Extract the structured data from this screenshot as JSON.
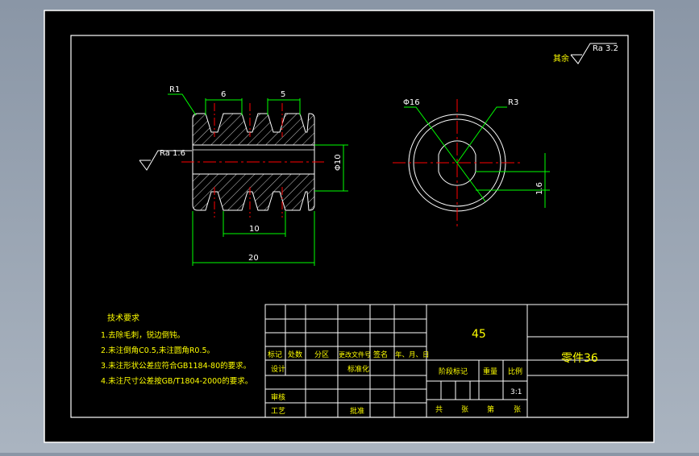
{
  "colors": {
    "background": "#000000",
    "frame": "#ffffff",
    "dimension": "#00ff00",
    "centerline": "#ff0000",
    "section": "#ffffff",
    "text": "#ffffff",
    "annotation_text": "#ffff00"
  },
  "roughness": {
    "other_label": "其余",
    "other_value": "Ra 3.2",
    "left_value": "Ra 1.6"
  },
  "dimensions": {
    "r1": "R1",
    "tooth_width_left": "6",
    "tooth_width_right": "5",
    "groove_span": "10",
    "overall_length": "20",
    "bore_diameter": "Φ10",
    "outer_diameter": "Φ16",
    "r3": "R3",
    "key_depth": "1.6"
  },
  "tech_requirements": {
    "title": "技术要求",
    "items": [
      "1.去除毛刺，锐边倒钝。",
      "2.未注倒角C0.5,未注圆角R0.5。",
      "3.未注形状公差应符合GB1184-80的要求。",
      "4.未注尺寸公差按GB/T1804-2000的要求。"
    ]
  },
  "title_block": {
    "material": "45",
    "part_name": "零件36",
    "headers": [
      "标记",
      "处数",
      "分区",
      "更改文件号",
      "签名",
      "年、月、日"
    ],
    "design": "设计",
    "standardize": "标准化",
    "review": "审核",
    "process": "工艺",
    "approve": "批准",
    "stage_mark": "阶段标记",
    "weight": "重量",
    "scale_label": "比例",
    "scale_value": "3:1",
    "total": "共",
    "sheets1": "张",
    "page": "第",
    "sheets2": "张"
  }
}
